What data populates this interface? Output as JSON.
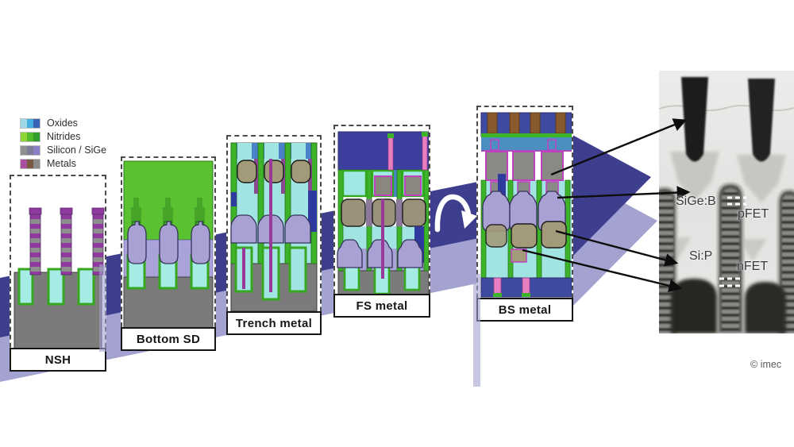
{
  "legend": {
    "items": [
      {
        "label": "Oxides",
        "colors": [
          "#9fd9e8",
          "#45aede",
          "#3a62b5"
        ]
      },
      {
        "label": "Nitrides",
        "colors": [
          "#8fd435",
          "#52bb2a",
          "#2f9e2f"
        ]
      },
      {
        "label": "Silicon / SiGe",
        "colors": [
          "#8f8f8f",
          "#7d7b9a",
          "#8d7fc5"
        ]
      },
      {
        "label": "Metals",
        "colors": [
          "#a84f9f",
          "#7a5a3f",
          "#8a8a8a"
        ]
      }
    ]
  },
  "process_steps": [
    {
      "label": "NSH"
    },
    {
      "label": "Bottom SD"
    },
    {
      "label": "Trench metal"
    },
    {
      "label": "FS metal"
    },
    {
      "label": "BS metal"
    }
  ],
  "flow": {
    "direction": "left-to-right",
    "arrow_color": "#3e3e8e",
    "arrow_shadow_color": "#a3a2d0",
    "flip_icon": "flip-rotate-arrow"
  },
  "sem_labels": {
    "sige_b": "SiGe:B",
    "pfet": "pFET",
    "sip": "Si:P",
    "nfet": "nFET"
  },
  "footer": {
    "copyright": "© imec"
  }
}
